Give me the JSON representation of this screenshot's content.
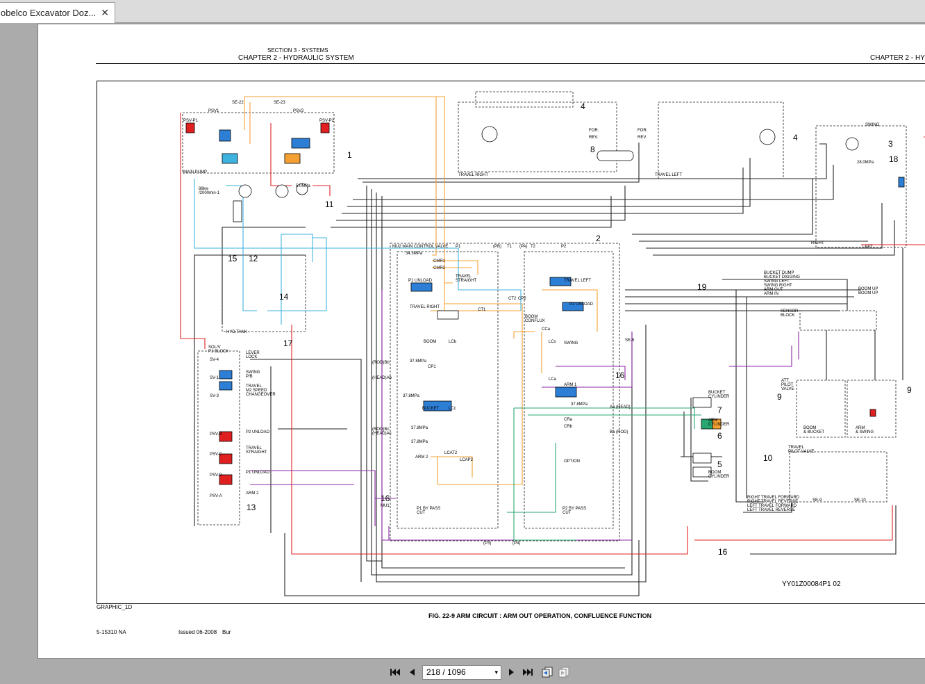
{
  "tab": {
    "title": "obelco Excavator Doz...",
    "close": "✕"
  },
  "page": {
    "section": "SECTION 3 - SYSTEMS",
    "chapter_left": "CHAPTER 2 - HYDRAULIC SYSTEM",
    "chapter_right": "CHAPTER 2 - HY",
    "figure_code": "YY01Z00084P1 02",
    "graphic_id": "GRAPHIC_1D",
    "caption": "FIG. 22-9 ARM CIRCUIT : ARM OUT OPERATION, CONFLUENCE FUNCTION",
    "doc_number": "5-15310 NA",
    "issued": "Issued 06-2008",
    "issued_suffix": "Bur"
  },
  "diagram": {
    "numbers": [
      "1",
      "2",
      "3",
      "4",
      "4",
      "5",
      "6",
      "7",
      "8",
      "9",
      "9",
      "10",
      "11",
      "12",
      "13",
      "14",
      "15",
      "16",
      "16",
      "16",
      "17",
      "18",
      "19"
    ],
    "labels": {
      "main_pump": "MAIN PUMP",
      "travel_right": "TRAVEL RIGHT",
      "travel_left": "TRAVEL LEFT",
      "swing": "SWING",
      "right": "RIGHT",
      "left": "LEFT",
      "mcv": "MU2 MAIN CONTROL VALVE",
      "p1": "P1",
      "p2": "P2",
      "pb": "(PB)",
      "pa": "(PA)",
      "t1": "T1",
      "t2": "T2",
      "p3": "(P3)",
      "p4": "(P4)",
      "hyd_tank": "HYD.TANK",
      "solv_block": "SOL/V\nP1 BLOCK",
      "lever_lock": "LEVER\nLOCK",
      "swing_pb": "SWING\nP/B",
      "travel_speed": "TRAVEL\nM2 SPEED\nCHANGEOVER",
      "p2_unload": "P2 UNLOAD",
      "travel_straight_sol": "TRAVEL\nSTRAIGHT",
      "p1_unload_sol": "P1 UNLOAD",
      "arm2_sol": "ARM 2",
      "p1_unload": "P1 UNLOAD",
      "travel_straight": "TRAVEL\nSTRAIGHT",
      "travel_right_spool": "TRAVEL RIGHT",
      "boom": "BOOM",
      "bucket": "BUCKET",
      "arm2": "ARM 2",
      "travel_left_spool": "TRAVEL LEFT",
      "p2_unload_spool": "P2 UNLOAD",
      "boom_conflux": "BOOM\nCONFLUX",
      "swing_spool": "SWING",
      "arm1": "ARM 1",
      "option": "OPTION",
      "p1_bypass": "P1 BY PASS\nCUT",
      "p2_bypass": "P2 BY PASS\nCUT",
      "bucket_cyl": "BUCKET\nCYLINDER",
      "arm_cyl": "ARM\nCYLINDER",
      "boom_cyl": "BOOM\nCYLINDER",
      "att_pilot": "ATT.\nPILOT\nVALVE",
      "boom_bucket": "BOOM\n& BUCKET",
      "arm_swing": "ARM\n& SWING",
      "travel_pilot": "TRAVEL\nPILOT VALVE",
      "sensor_block": "SENSOR\nBLOCK",
      "bucket_dump": "BUCKET DUMP",
      "bucket_digging": "BUCKET DIGGING",
      "swing_left": "SWING LEFT",
      "swing_right": "SWING RIGHT",
      "arm_out": "ARM OUT",
      "arm_in": "ARM IN",
      "boom_up": "BOOM UP",
      "boom_up2": "BOOM UP",
      "rtf": "RIGHT TRAVEL FORWARD",
      "rtr": "RIGHT TRAVEL REVERSE",
      "ltf": "LEFT TRAVEL FORWARD",
      "ltr": "LEFT TRAVEL REVERSE",
      "rpm": "88kw\n/2000min-1",
      "p_34": "34.3MPa",
      "p_37a": "37.8MPa",
      "p_37b": "37.8MPa",
      "p_37c": "37.8MPa",
      "p_37d": "37.8MPa",
      "p_37e": "37.8MPa",
      "p_28": "28.0MPa",
      "p_5": "5.0MPa",
      "cmr1": "CMR1",
      "cmr2": "CMR2",
      "ct1": "CT1",
      "ct2": "CT2",
      "cp1": "CP1",
      "cp2": "CP2",
      "lcb": "LCb",
      "lcc": "LCc",
      "lcs": "LCs",
      "lca": "LCa",
      "lcap2": "LCAP2",
      "lcat2": "LCAT2",
      "cra": "CRa",
      "crb": "CRb",
      "cca": "CCa",
      "se22": "SE-22",
      "se23": "SE-23",
      "se5": "SE-5",
      "se9": "SE-9",
      "se10": "SE-10",
      "psv1": "PSV1",
      "psv2": "PSV2",
      "psvp1": "PSV-P1",
      "psvp2": "PSV-P2",
      "sv4": "SV-4",
      "sv1": "SV-1",
      "sv3": "SV-3",
      "psvb": "PSV-B",
      "psvc": "PSV-C",
      "psvd": "PSV-D",
      "psva": "PSV-A",
      "mu1": "MU1",
      "for": "FOR.",
      "rev": "REV.",
      "head": "Aa (HEAD)",
      "rod": "Ba (ROD)",
      "rod_b": "(ROD)Bb",
      "head_b": "(HEAD)Ab",
      "rod_c": "(ROD)Bc",
      "head_c": "(HEAD)Ac"
    }
  },
  "toolbar": {
    "page_indicator": "218 / 1096",
    "dropdown": "▾"
  },
  "colors": {
    "orange": "#f5a033",
    "red": "#e02020",
    "cyan": "#3fb3e0",
    "purple": "#8c2aa6",
    "green": "#2aa670",
    "blue_spool": "#2d7fd6",
    "dark_lines": "#222222"
  }
}
